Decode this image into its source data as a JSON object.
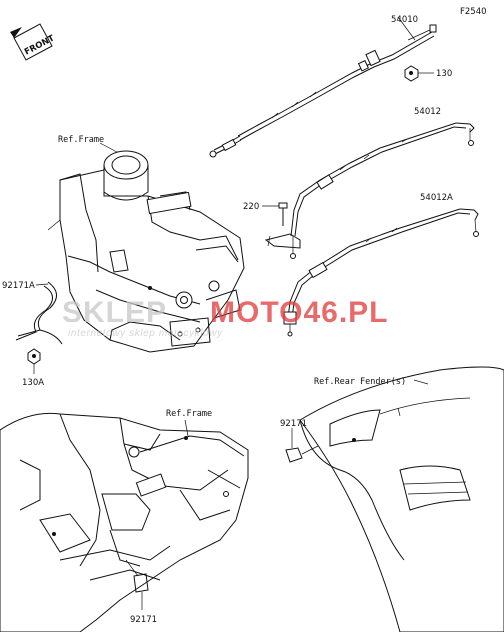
{
  "diagram": {
    "figure_code": "F2540",
    "front_badge": "FRONT",
    "parts": {
      "p54010": "54010",
      "p130": "130",
      "p54012": "54012",
      "p220": "220",
      "p54012A": "54012A",
      "p92171A": "92171A",
      "p130A": "130A",
      "p92171_rear": "92171",
      "p92171_bottom": "92171"
    },
    "refs": {
      "frame_top": "Ref.Frame",
      "frame_bottom": "Ref.Frame",
      "rear_fender": "Ref.Rear Fender(s)"
    }
  },
  "watermark": {
    "brand_left": "SKLEP",
    "brand_right": "MOTO46.PL",
    "tagline": "internetowy sklep motocyklowy",
    "color_grey": "#c8c8c8",
    "color_red": "#e03a3a"
  }
}
